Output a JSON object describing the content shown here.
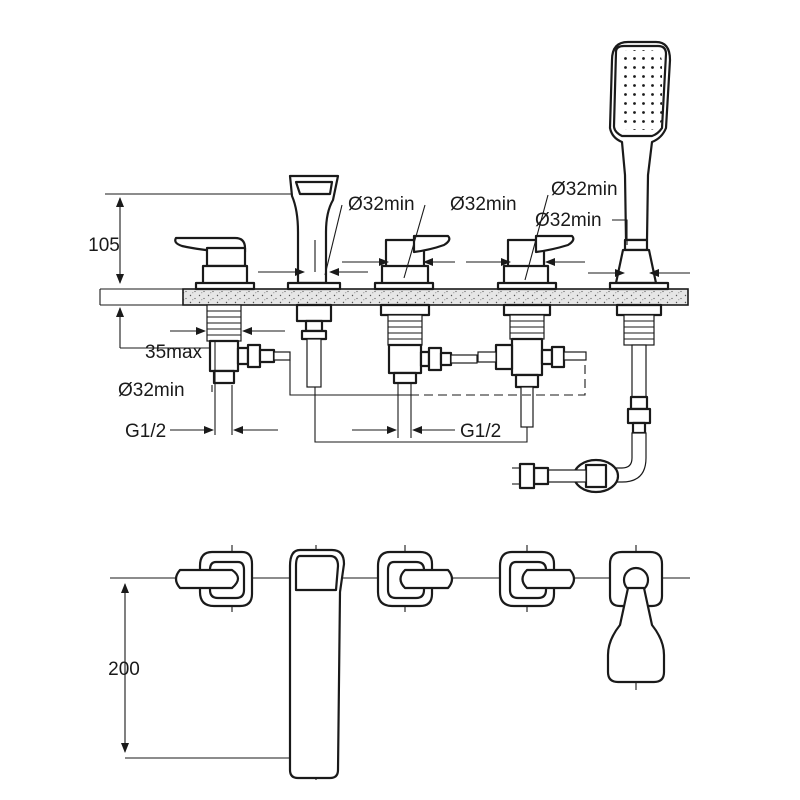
{
  "dimensions": {
    "height_mixer": "105",
    "depth_max": "35max",
    "diameter_left": "Ø32min",
    "thread_left": "G1/2",
    "diameter_spout": "Ø32min",
    "diameter_center": "Ø32min",
    "diameter_right_top": "Ø32min",
    "diameter_right_bottom": "Ø32min",
    "thread_center": "G1/2",
    "plan_depth": "200"
  },
  "colors": {
    "line": "#1a1a1a",
    "deck_fill": "#e6e6e6",
    "background": "#ffffff"
  },
  "icons": [
    "hand-shower-icon",
    "mixer-handle-icon",
    "spout-icon",
    "shower-hose-icon"
  ]
}
